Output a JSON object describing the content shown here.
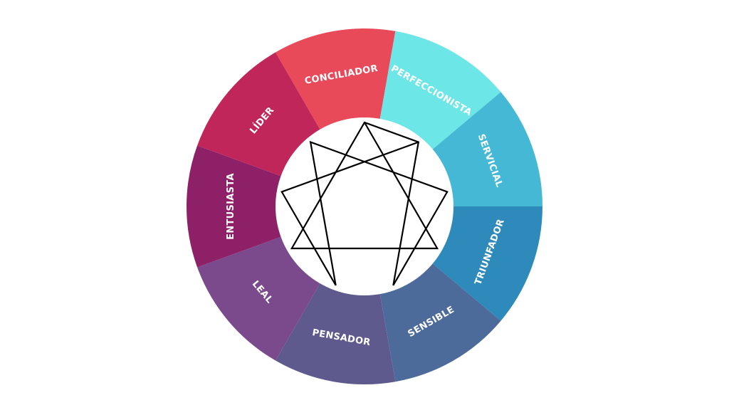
{
  "segments": [
    {
      "label": "CONCILIADOR",
      "color": "#E84A5A"
    },
    {
      "label": "PERFECCIONISTA",
      "color": "#6DE6E8"
    },
    {
      "label": "SERVICIAL",
      "color": "#45B8D6"
    },
    {
      "label": "TRIUNFADOR",
      "color": "#2E8ABA"
    },
    {
      "label": "SENSIBLE",
      "color": "#4D6B9A"
    },
    {
      "label": "PENSADOR",
      "color": "#5E5A8E"
    },
    {
      "label": "LEAL",
      "color": "#7B4A8C"
    },
    {
      "label": "ENTUSIASTA",
      "color": "#8E2068"
    },
    {
      "label": "LÍDER",
      "color": "#C0265A"
    }
  ],
  "center_fill": "#ffffff",
  "symbol_stroke": "#000000"
}
